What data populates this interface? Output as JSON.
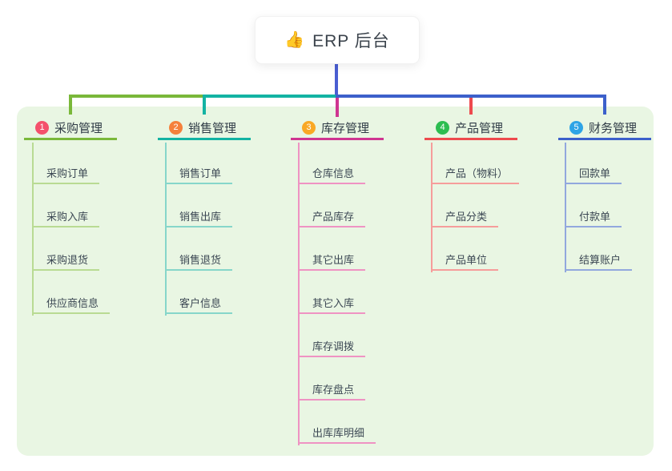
{
  "root": {
    "icon": "👍",
    "label": "ERP 后台"
  },
  "canvas": {
    "background": "#ffffff",
    "panel_background": "#e9f6e3",
    "root_connector_color": "#4a5ed2",
    "header_text_color": "#2f3b46",
    "child_text_color": "#3c4854"
  },
  "branches": [
    {
      "index": "1",
      "title": "采购管理",
      "badge_color": "#f4516c",
      "line_color": "#7ab83a",
      "child_line_color": "#b9db93",
      "children": [
        "采购订单",
        "采购入库",
        "采购退货",
        "供应商信息"
      ]
    },
    {
      "index": "2",
      "title": "销售管理",
      "badge_color": "#f5813c",
      "line_color": "#13b3a3",
      "child_line_color": "#86d6ca",
      "children": [
        "销售订单",
        "销售出库",
        "销售退货",
        "客户信息"
      ]
    },
    {
      "index": "3",
      "title": "库存管理",
      "badge_color": "#f9a825",
      "line_color": "#cf3591",
      "child_line_color": "#ef93c3",
      "children": [
        "仓库信息",
        "产品库存",
        "其它出库",
        "其它入库",
        "库存调拨",
        "库存盘点",
        "出库库明细"
      ]
    },
    {
      "index": "4",
      "title": "产品管理",
      "badge_color": "#2dbd51",
      "line_color": "#ee4a4e",
      "child_line_color": "#f69d9b",
      "children": [
        "产品（物料）",
        "产品分类",
        "产品单位"
      ]
    },
    {
      "index": "5",
      "title": "财务管理",
      "badge_color": "#2ea4e6",
      "line_color": "#3c60cb",
      "child_line_color": "#92a8de",
      "children": [
        "回款单",
        "付款单",
        "结算账户"
      ]
    }
  ]
}
